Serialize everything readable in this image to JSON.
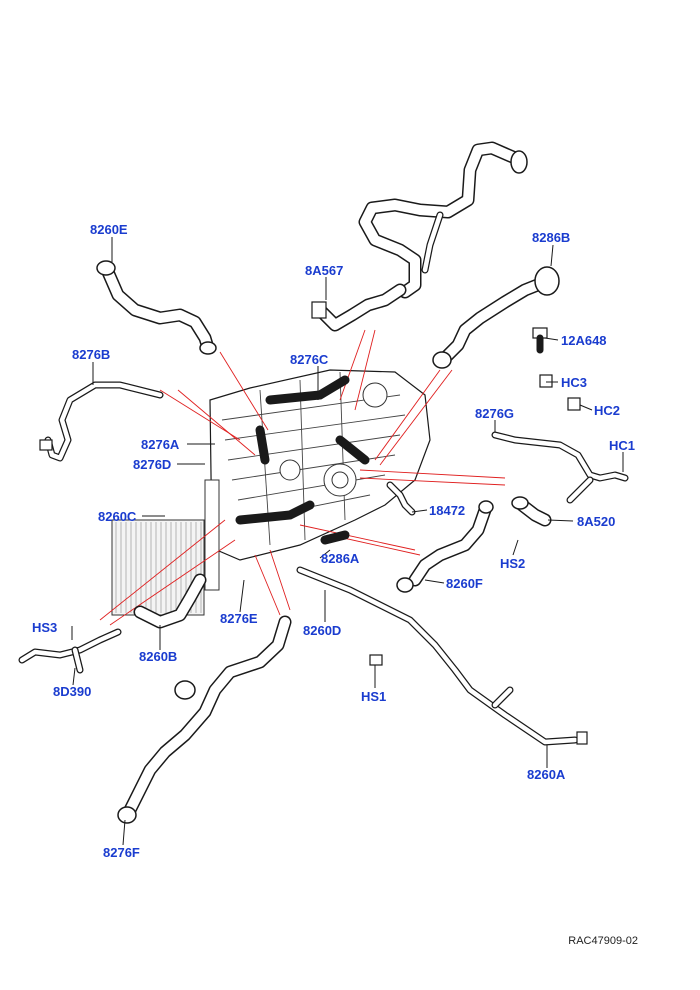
{
  "diagram": {
    "reference": "RAC47909-02",
    "callouts": [
      {
        "id": "8260E",
        "label": "8260E"
      },
      {
        "id": "8286B",
        "label": "8286B"
      },
      {
        "id": "8A567",
        "label": "8A567"
      },
      {
        "id": "8276B",
        "label": "8276B"
      },
      {
        "id": "8276C",
        "label": "8276C"
      },
      {
        "id": "12A648",
        "label": "12A648"
      },
      {
        "id": "HC3",
        "label": "HC3"
      },
      {
        "id": "8276G",
        "label": "8276G"
      },
      {
        "id": "HC2",
        "label": "HC2"
      },
      {
        "id": "8276A",
        "label": "8276A"
      },
      {
        "id": "HC1",
        "label": "HC1"
      },
      {
        "id": "8276D",
        "label": "8276D"
      },
      {
        "id": "8260C",
        "label": "8260C"
      },
      {
        "id": "18472",
        "label": "18472"
      },
      {
        "id": "8A520",
        "label": "8A520"
      },
      {
        "id": "HS2",
        "label": "HS2"
      },
      {
        "id": "8286A",
        "label": "8286A"
      },
      {
        "id": "8260F",
        "label": "8260F"
      },
      {
        "id": "HS3",
        "label": "HS3"
      },
      {
        "id": "8276E",
        "label": "8276E"
      },
      {
        "id": "8260D",
        "label": "8260D"
      },
      {
        "id": "8260B",
        "label": "8260B"
      },
      {
        "id": "8D390",
        "label": "8D390"
      },
      {
        "id": "HS1",
        "label": "HS1"
      },
      {
        "id": "8260A",
        "label": "8260A"
      },
      {
        "id": "8276F",
        "label": "8276F"
      }
    ]
  }
}
